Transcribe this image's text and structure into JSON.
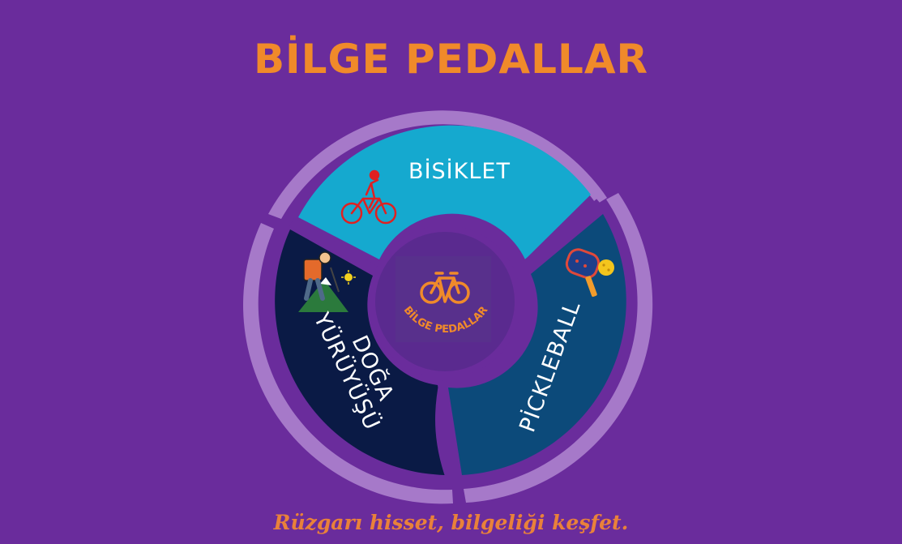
{
  "header": {
    "title": "BİLGE PEDALLAR"
  },
  "wheel": {
    "segments": [
      {
        "label": "BİSİKLET",
        "color": "#15a9cf",
        "icon": "cyclist-icon"
      },
      {
        "label": "PİCKLEBALL",
        "color": "#0c4a7a",
        "icon": "pickleball-paddle-icon"
      },
      {
        "label_line1": "DOĞA",
        "label_line2": "YÜRÜYÜŞÜ",
        "color": "#0a1a45",
        "icon": "hiker-icon"
      }
    ],
    "center_logo": {
      "text": "BİLGE PEDALLAR",
      "icon": "bicycle-icon"
    },
    "colors": {
      "background": "#6a2c9c",
      "outer_ring": "#a679c9",
      "inner_hub": "#5a2a8f",
      "accent": "#f08a2a"
    }
  },
  "footer": {
    "tagline": "Rüzgarı hisset, bilgeliği keşfet."
  }
}
